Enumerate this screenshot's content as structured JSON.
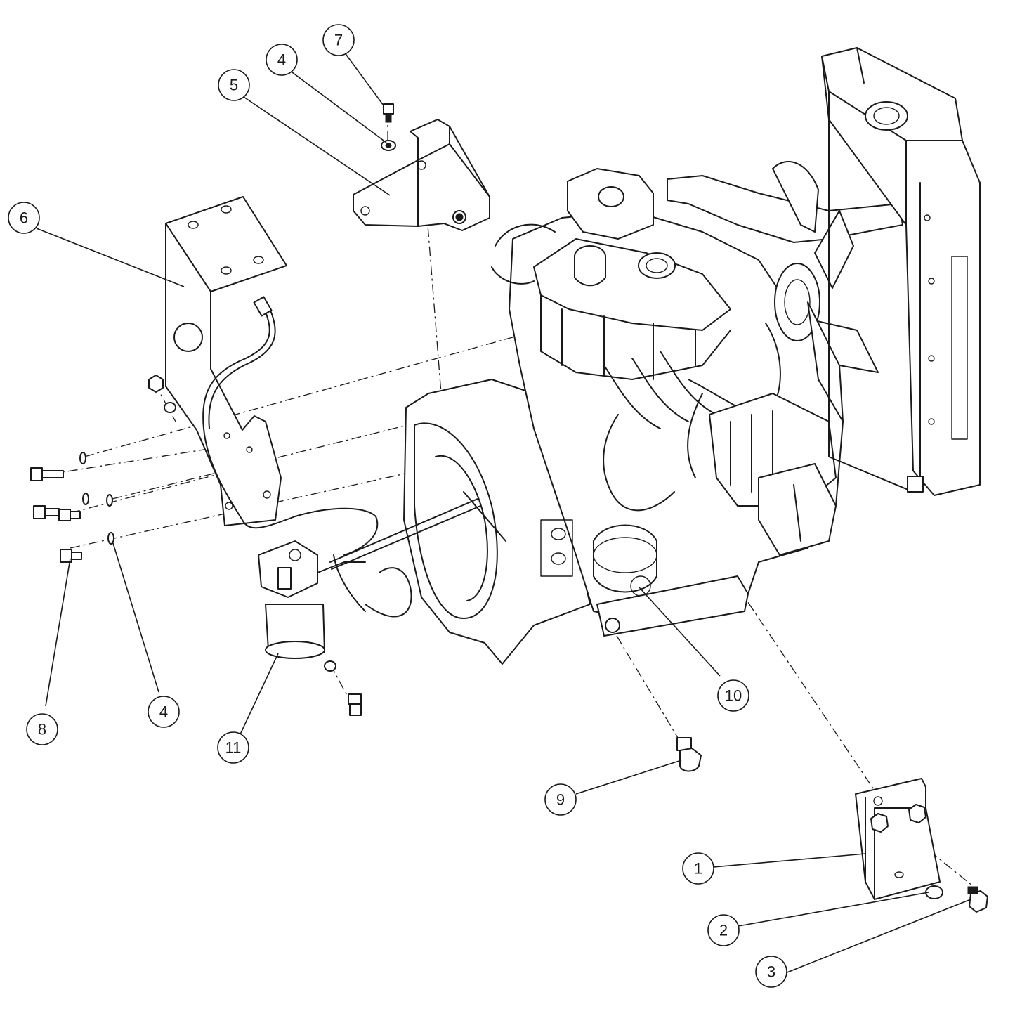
{
  "balloons": [
    {
      "id": "b7",
      "label": "7"
    },
    {
      "id": "b4top",
      "label": "4"
    },
    {
      "id": "b5",
      "label": "5"
    },
    {
      "id": "b6",
      "label": "6"
    },
    {
      "id": "b8",
      "label": "8"
    },
    {
      "id": "b4bot",
      "label": "4"
    },
    {
      "id": "b11",
      "label": "11"
    },
    {
      "id": "b10",
      "label": "10"
    },
    {
      "id": "b9",
      "label": "9"
    },
    {
      "id": "b1",
      "label": "1"
    },
    {
      "id": "b2",
      "label": "2"
    },
    {
      "id": "b3",
      "label": "3"
    }
  ]
}
